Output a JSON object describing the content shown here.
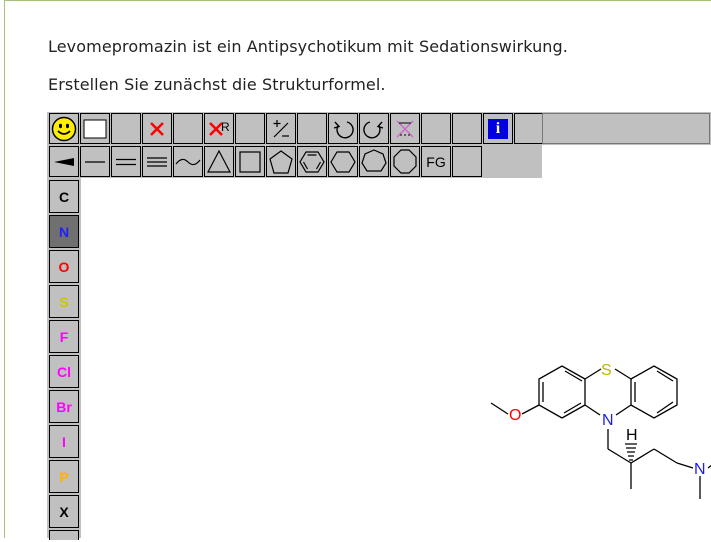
{
  "question": {
    "line1": "Levomepromazin ist ein Antipsychotikum mit Sedationswirkung.",
    "line2": "Erstellen Sie zunächst die Strukturformel."
  },
  "toolbar": {
    "ring_tools": {
      "fg_label": "FG"
    },
    "reaction_label": "R",
    "info_label": "i"
  },
  "atoms": [
    {
      "symbol": "C",
      "color": "#000000"
    },
    {
      "symbol": "N",
      "color": "#2020ff",
      "selected": true
    },
    {
      "symbol": "O",
      "color": "#ff0000"
    },
    {
      "symbol": "S",
      "color": "#c8c800"
    },
    {
      "symbol": "F",
      "color": "#ff00ff"
    },
    {
      "symbol": "Cl",
      "color": "#ff00ff"
    },
    {
      "symbol": "Br",
      "color": "#ff00ff"
    },
    {
      "symbol": "I",
      "color": "#ff00ff"
    },
    {
      "symbol": "P",
      "color": "#ffb000"
    },
    {
      "symbol": "X",
      "color": "#000000"
    }
  ],
  "molecule": {
    "labels": {
      "S": "S",
      "N": "N",
      "O": "O",
      "H": "H",
      "N2": "N"
    },
    "colors": {
      "S": "#b8b800",
      "N": "#2020e0",
      "O": "#ff0000",
      "bond": "#000000"
    }
  }
}
